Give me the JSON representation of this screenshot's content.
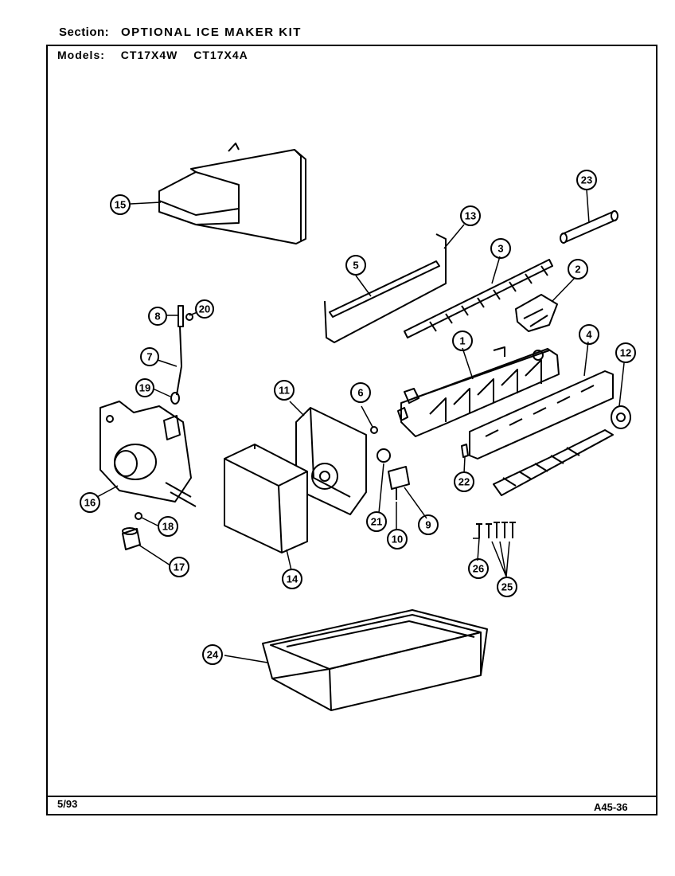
{
  "header": {
    "section_label": "Section:",
    "section_value": "OPTIONAL ICE MAKER KIT",
    "models_label": "Models:",
    "models": [
      "CT17X4W",
      "CT17X4A"
    ]
  },
  "footer": {
    "date": "5/93",
    "code": "A45-36"
  },
  "callouts": [
    "1",
    "2",
    "3",
    "4",
    "5",
    "6",
    "7",
    "8",
    "9",
    "10",
    "11",
    "12",
    "13",
    "14",
    "15",
    "16",
    "17",
    "18",
    "19",
    "20",
    "21",
    "22",
    "23",
    "24",
    "25",
    "26"
  ]
}
